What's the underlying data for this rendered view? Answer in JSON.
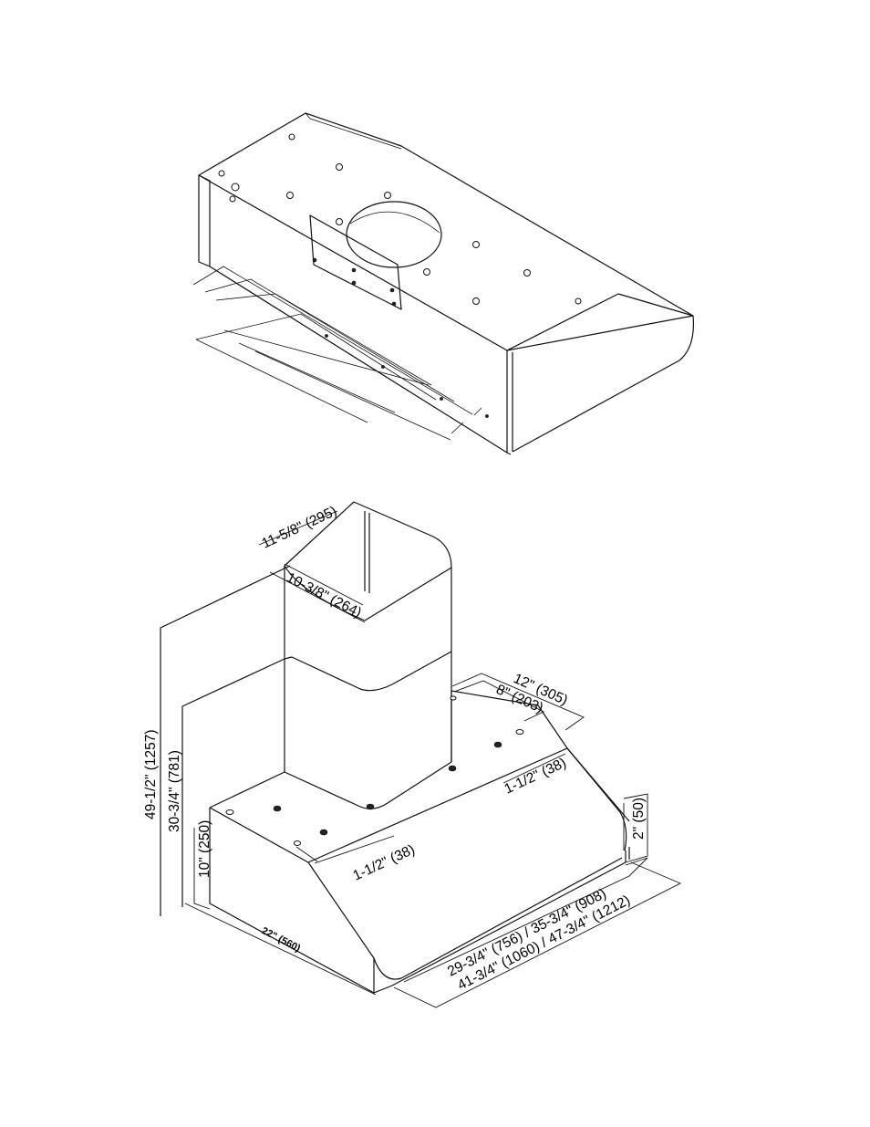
{
  "dimensions": {
    "duct_width": "11-5/8\" (295)",
    "duct_depth": "10-3/8\" (264)",
    "vent_depth_outer": "12\" (305)",
    "vent_depth_inner": "8\" (203)",
    "vent_offset_back": "1-1/2\" (38)",
    "vent_offset_front": "1-1/2\" (38)",
    "total_height": "49-1/2\" (1257)",
    "min_height": "30-3/4\" (781)",
    "hood_height": "10\" (250)",
    "front_lip": "2\" (50)",
    "hood_depth": "22\" (560)",
    "widths_small": "29-3/4\" (756) / 35-3/4\" (908)",
    "widths_large": "41-3/4\" (1060) / 47-3/4\" (1212)"
  }
}
